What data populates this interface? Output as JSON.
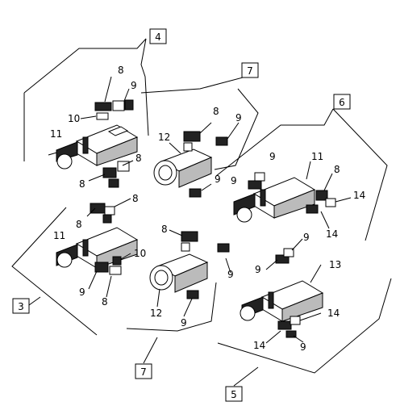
{
  "groups": [
    {
      "id": "4"
    },
    {
      "id": "7"
    },
    {
      "id": "6"
    },
    {
      "id": "3"
    },
    {
      "id": "7"
    },
    {
      "id": "5"
    }
  ],
  "callouts": [
    "8",
    "9",
    "10",
    "11",
    "8",
    "8",
    "8",
    "8",
    "11",
    "10",
    "9",
    "8",
    "8",
    "9",
    "12",
    "9",
    "8",
    "12",
    "9",
    "9",
    "9",
    "11",
    "8",
    "9",
    "14",
    "14",
    "9",
    "9",
    "13",
    "14",
    "14",
    "9"
  ]
}
